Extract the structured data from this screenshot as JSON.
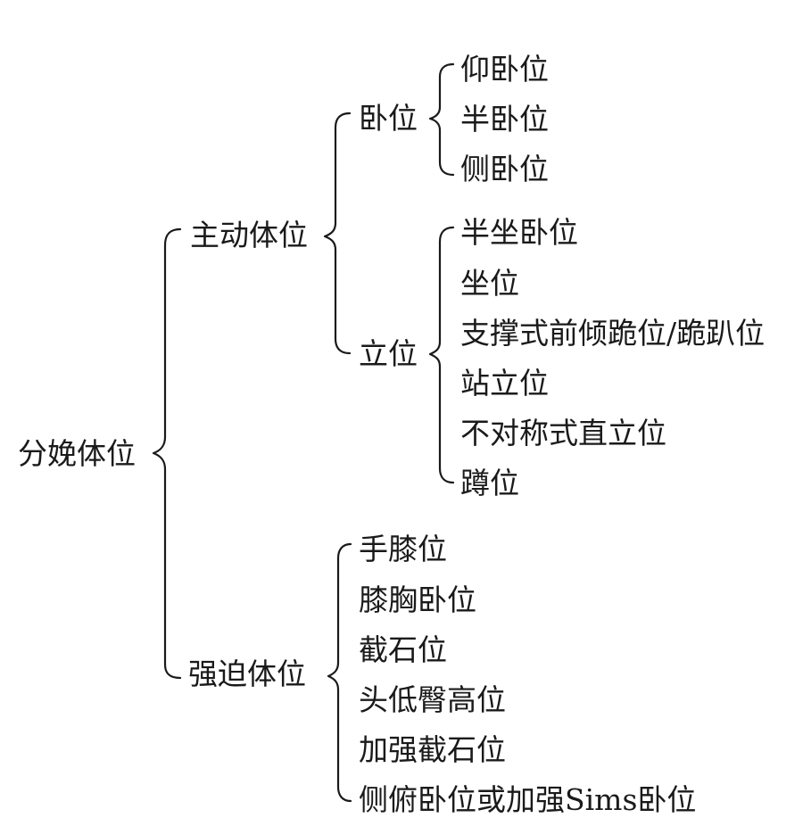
{
  "root": "分娩体位",
  "active": {
    "label": "主动体位",
    "lying": {
      "label": "卧位",
      "items": [
        "仰卧位",
        "半卧位",
        "侧卧位"
      ]
    },
    "upright": {
      "label": "立位",
      "items": [
        "半坐卧位",
        "坐位",
        "支撑式前倾跪位/跪趴位",
        "站立位",
        "不对称式直立位",
        "蹲位"
      ]
    }
  },
  "forced": {
    "label": "强迫体位",
    "items": [
      "手膝位",
      "膝胸卧位",
      "截石位",
      "头低臀高位",
      "加强截石位",
      "侧俯卧位或加强Sims卧位"
    ]
  }
}
